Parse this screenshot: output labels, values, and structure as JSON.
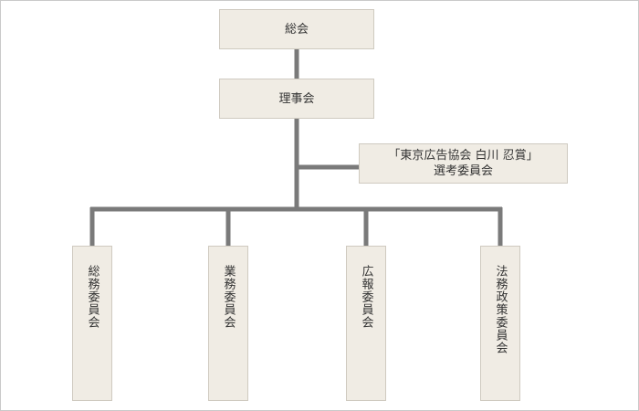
{
  "org": {
    "general_assembly": "総会",
    "board": "理事会",
    "selection_committee": "「東京広告協会 白川 忍賞」\n選考委員会",
    "committees": [
      "総務委員会",
      "業務委員会",
      "広報委員会",
      "法務政策委員会"
    ]
  },
  "colors": {
    "node_fill": "#f0ece4",
    "node_border": "#cfcac0",
    "connector": "#7a7a7a"
  }
}
